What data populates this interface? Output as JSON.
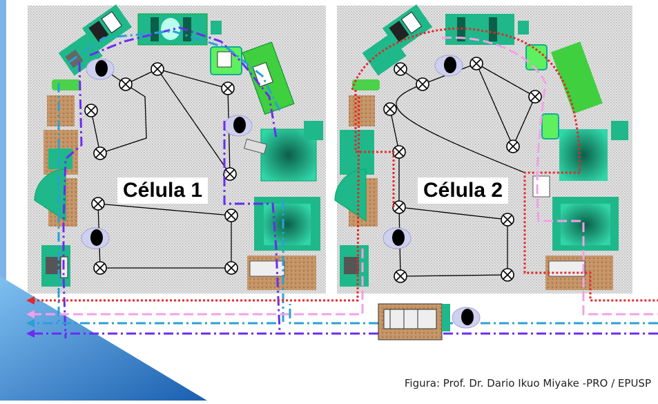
{
  "cells": [
    {
      "label": "Célula 1"
    },
    {
      "label": "Célula 2"
    }
  ],
  "caption": "Figura: Prof. Dr. Dario Ikuo Miyake -PRO / EPUSP",
  "colors": {
    "red_path": "#e8262a",
    "pink_path": "#f2a0e8",
    "cyan_path": "#2aa0d6",
    "violet_path": "#6a2cf0",
    "machine": "#1fb88a",
    "machine_green": "#3fcf3f",
    "wood": "#b9875a"
  },
  "icons": [
    "machine-icon",
    "operator-icon",
    "station-node-icon",
    "arrow-left-icon"
  ]
}
